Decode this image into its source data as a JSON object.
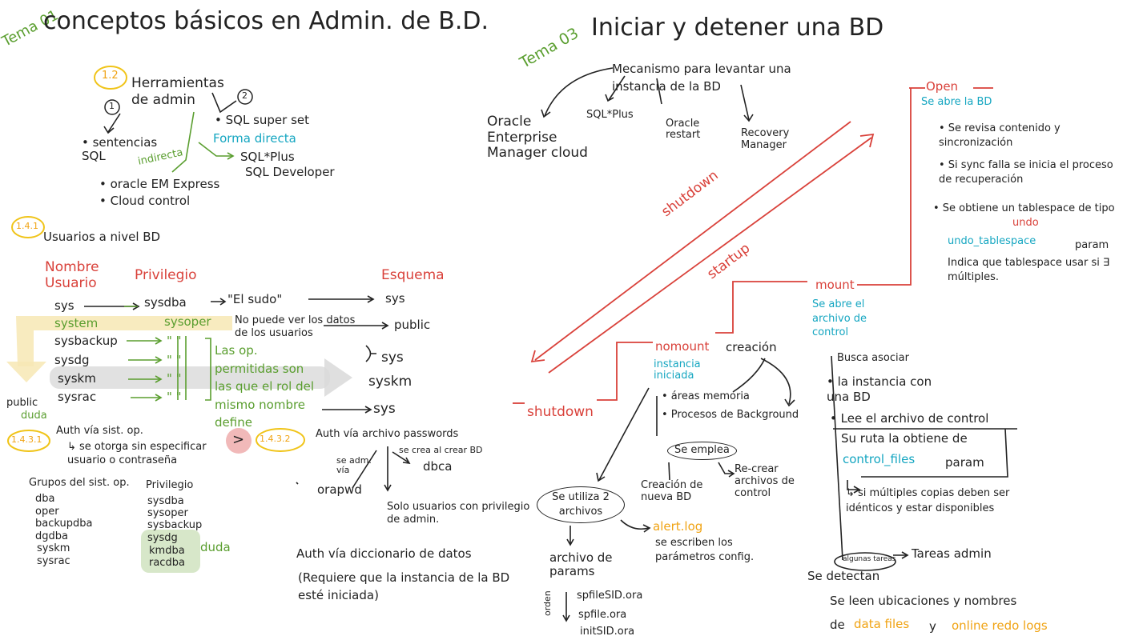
{
  "left": {
    "tema01": "Tema 01",
    "title": "conceptos básicos en Admin. de B.D.",
    "s12": {
      "badge": "1.2",
      "title": "Herramientas de admin",
      "n1": "1",
      "n2": "2",
      "sentencias": "• sentencias SQL",
      "indirecta": "indirecta",
      "sqlsuperset": "• SQL super set",
      "formadirecta": "Forma directa",
      "sqlplus": "SQL*Plus",
      "sqldev": "SQL Developer",
      "oem": "• oracle EM Express",
      "cloud": "• Cloud control"
    },
    "s141": {
      "badge": "1.4.1",
      "title": "Usuarios a nivel BD",
      "h_nombre": "Nombre Usuario",
      "h_priv": "Privilegio",
      "h_esq": "Esquema",
      "users": [
        "sys",
        "system",
        "sysbackup",
        "sysdg",
        "syskm",
        "sysrac"
      ],
      "privs": [
        "sysdba",
        "sysoper",
        "\" \"",
        "\" \"",
        "\" \"",
        "\" \""
      ],
      "sudo": "\"El sudo\"",
      "nopuede": "No puede ver los datos de los usuarios",
      "schemas": [
        "sys",
        "public",
        "sys",
        "syskm",
        "sys"
      ],
      "lasop": "Las op. permitidas son las que el rol del mismo nombre define",
      "public": "public",
      "duda": "duda"
    },
    "s1431": {
      "badge": "1.4.3.1",
      "auth": "Auth vía sist. op.",
      "desc": "↳ se otorga sin especificar usuario o contraseña"
    },
    "s1432": {
      "badge": "1.4.3.2",
      "auth": "Auth vía archivo passwords",
      "secrea": "se crea al crear BD",
      "dbca": "dbca",
      "seadmvia": "se adm. vía",
      "orapwd": "orapwd",
      "solo": "Solo usuarios con privilegio de admin."
    },
    "grupos": {
      "h_grupos": "Grupos del sist. op.",
      "h_priv": "Privilegio",
      "groups": [
        "dba",
        "oper",
        "backupdba",
        "dgdba",
        "syskm",
        "sysrac"
      ],
      "privs": [
        "sysdba",
        "sysoper",
        "sysbackup",
        "sysdg",
        "kmdba",
        "racdba"
      ],
      "duda": "duda"
    },
    "dicc": {
      "title": "Auth vía diccionario de datos",
      "req": "(Requiere que la instancia de la BD esté iniciada)"
    }
  },
  "right": {
    "tema03": "Tema 03",
    "title": "Iniciar y detener una BD",
    "mecanismo": "Mecanismo para levantar una instancia de la BD",
    "tools": [
      "Oracle Enterprise Manager cloud",
      "SQL*Plus",
      "Oracle restart",
      "Recovery Manager"
    ],
    "shutdown": "shutdown",
    "startup": "startup",
    "shutdown2": "shutdown",
    "open": {
      "label": "Open",
      "sub": "Se abre la BD",
      "b1": "• Se revisa contenido y sincronización",
      "b2": "• Si sync falla se inicia el proceso de recuperación",
      "b3a": "• Se obtiene un tablespace de tipo",
      "undo": "undo",
      "undo_ts": "undo_tablespace",
      "param": "param",
      "b3b": "Indica que tablespace usar si ∃ múltiples."
    },
    "mount": {
      "label": "mount",
      "sub": "Se abre el archivo de control",
      "busca": "Busca asociar",
      "b1": "• la instancia con una BD",
      "b2a": "• Lee el archivo de control",
      "b2b": "Su ruta la obtiene de",
      "cf": "control_files",
      "param": "param",
      "multi": "↳ si múltiples copias deben ser idénticos y estar disponibles",
      "tareas": "Tareas admin",
      "algunas": "algunas tareas",
      "sedetectan": "Se detectan",
      "seleen": "Se leen ubicaciones y nombres",
      "de": "de",
      "datafiles": "data files",
      "y": "y",
      "redo": "online redo logs"
    },
    "nomount": {
      "label": "nomount",
      "creacion": "creación",
      "sub": "instancia iniciada",
      "areas": "• áreas memoria",
      "procesos": "• Procesos de Background",
      "seemplea": "Se emplea",
      "creacionbd": "Creación de nueva BD",
      "recrear": "Re-crear archivos de control",
      "seutiliza": "Se utiliza 2 archivos",
      "alert": "alert.log",
      "alertdesc": "se escriben los parámetros config.",
      "archivo": "archivo de params",
      "orden": "orden",
      "files": [
        "spfileSID.ora",
        "spfile.ora",
        "initSID.ora"
      ]
    }
  },
  "colors": {
    "red": "#d9413a",
    "green": "#5a9e2f",
    "cyan": "#15a6c1",
    "orange": "#f0a313",
    "highlight_yellow": "#f7e7b4",
    "highlight_gray": "#d9d9d9",
    "highlight_green": "#d7e7c9",
    "highlight_pink": "#f1b9b9"
  }
}
